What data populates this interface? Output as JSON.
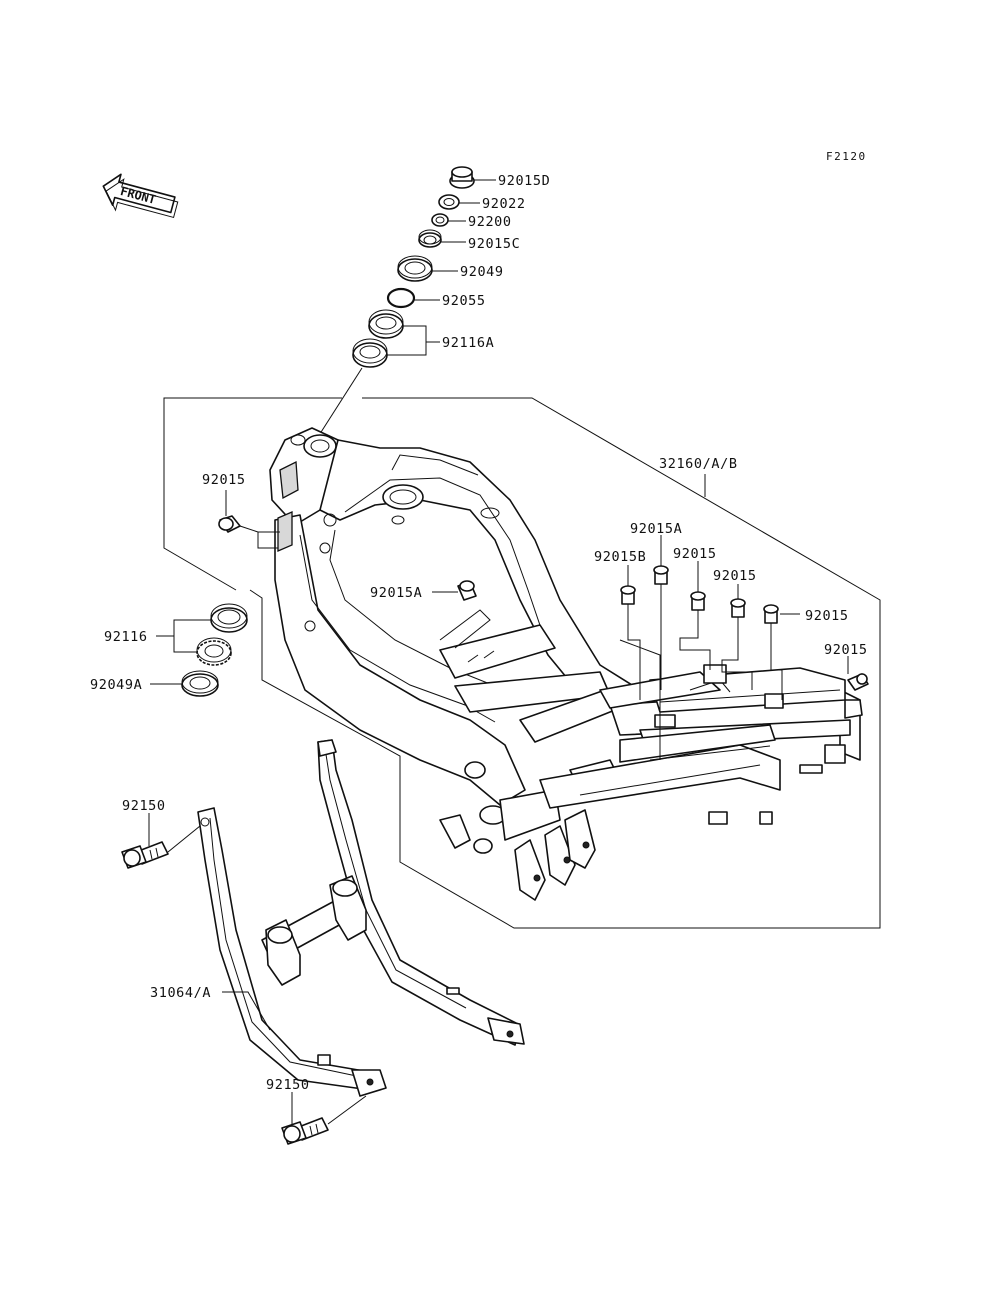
{
  "figure_code": "F2120",
  "front_arrow_label": "FRONT",
  "labels": {
    "p92015D": "92015D",
    "p92022": "92022",
    "p92200": "92200",
    "p92015C": "92015C",
    "p92049": "92049",
    "p92055": "92055",
    "p92116A": "92116A",
    "p32160": "32160/A/B",
    "p92015_left": "92015",
    "p92015A_center": "92015A",
    "p92015A_right": "92015A",
    "p92015B": "92015B",
    "p92015_r1": "92015",
    "p92015_r2": "92015",
    "p92015_r3": "92015",
    "p92015_r4": "92015",
    "p92116": "92116",
    "p92049A": "92049A",
    "p92150_top": "92150",
    "p31064": "31064/A",
    "p92150_bottom": "92150"
  }
}
